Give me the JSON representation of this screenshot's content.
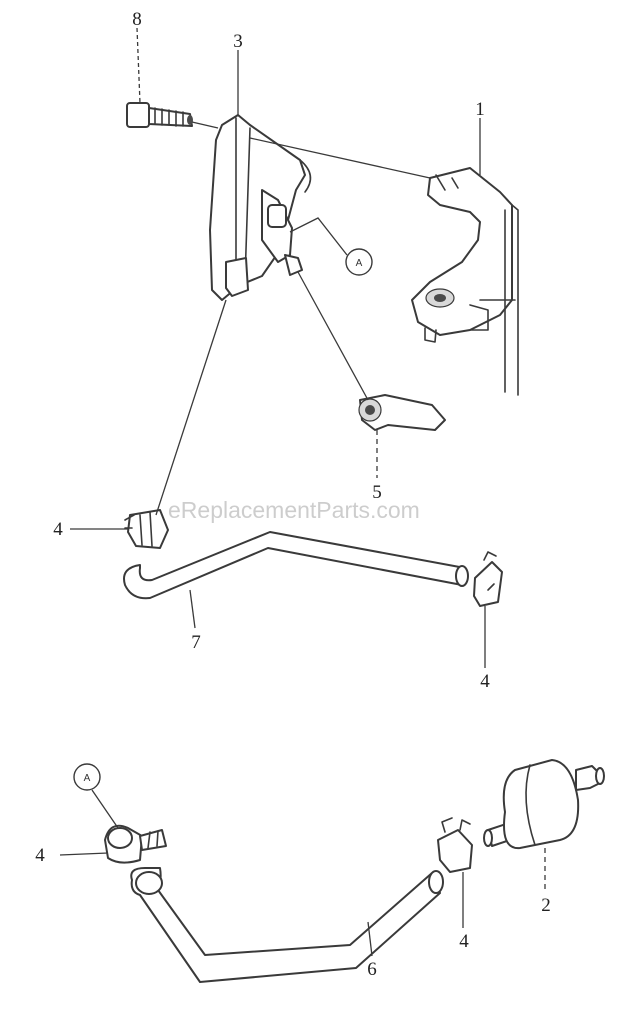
{
  "watermark": "eReplacementParts.com",
  "reference_markers": [
    {
      "id": "ref-a-upper",
      "letter": "A"
    },
    {
      "id": "ref-a-lower",
      "letter": "A"
    }
  ],
  "callouts": [
    {
      "id": "callout-8",
      "number": "8"
    },
    {
      "id": "callout-3",
      "number": "3"
    },
    {
      "id": "callout-1",
      "number": "1"
    },
    {
      "id": "callout-5",
      "number": "5"
    },
    {
      "id": "callout-4-left-upper",
      "number": "4"
    },
    {
      "id": "callout-7",
      "number": "7"
    },
    {
      "id": "callout-4-right-upper",
      "number": "4"
    },
    {
      "id": "callout-4-left-lower",
      "number": "4"
    },
    {
      "id": "callout-4-mid-lower",
      "number": "4"
    },
    {
      "id": "callout-2",
      "number": "2"
    },
    {
      "id": "callout-6",
      "number": "6"
    }
  ]
}
